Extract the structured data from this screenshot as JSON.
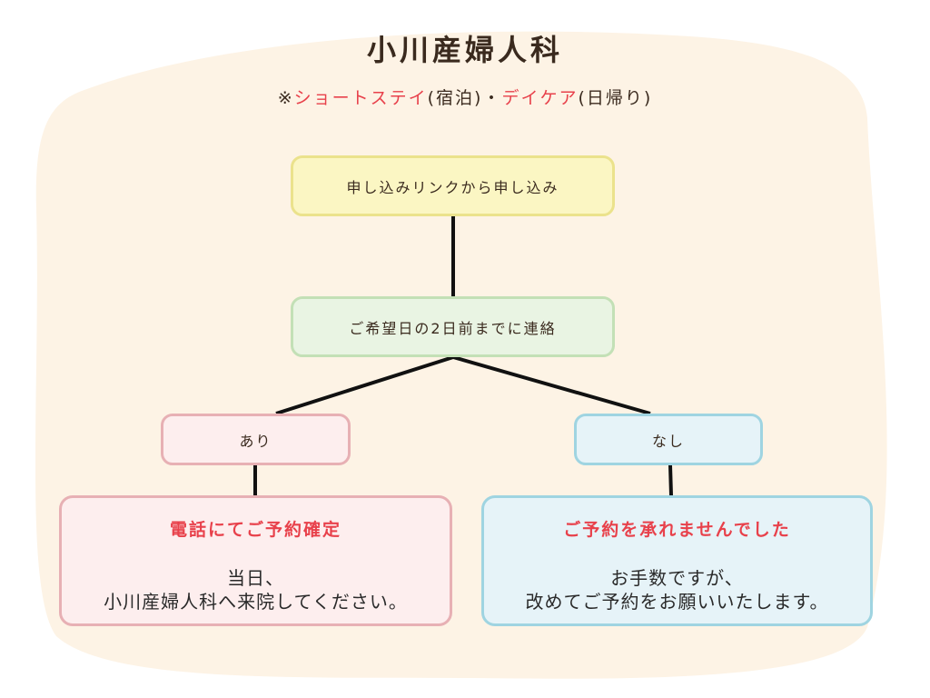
{
  "header": {
    "title": "小川産婦人科",
    "subtitle_prefix": "※",
    "subtitle_short_stay": "ショートステイ",
    "subtitle_short_stay_note": "(宿泊)・",
    "subtitle_day_care": "デイケア",
    "subtitle_day_care_note": "(日帰り)"
  },
  "flow": {
    "step1": "申し込みリンクから申し込み",
    "step2": "ご希望日の2日前までに連絡",
    "branch_yes": "あり",
    "branch_no": "なし",
    "result_yes": {
      "title": "電話にてご予約確定",
      "line1": "当日、",
      "line2": "小川産婦人科へ来院してください。"
    },
    "result_no": {
      "title": "ご予約を承れませんでした",
      "line1": "お手数ですが、",
      "line2": "改めてご予約をお願いいたします。"
    }
  },
  "colors": {
    "background_blob": "#fdf3e5",
    "accent_red": "#e8414b",
    "step1_fill": "#fbf6c3",
    "step2_fill": "#e9f4e3",
    "yes_fill": "#fdeeee",
    "no_fill": "#e6f3f8"
  }
}
